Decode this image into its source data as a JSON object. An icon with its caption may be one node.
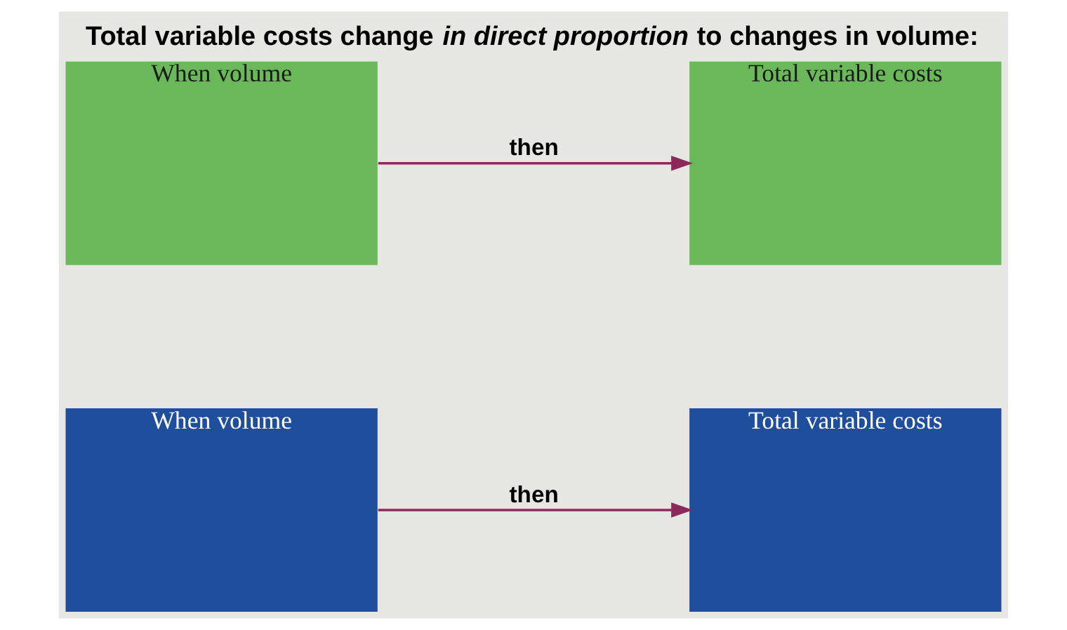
{
  "diagram": {
    "title": "Total variable costs change *in direct proportion* to changes in volume:",
    "nodes": [
      {
        "text": [
          "When volume"
        ]
      },
      {
        "text": [
          "Total variable costs"
        ]
      },
      {
        "text": [
          "When volume"
        ]
      },
      {
        "text": [
          "Total variable costs"
        ]
      }
    ],
    "edges": [
      {
        "from": 0,
        "to": 1,
        "arrow": "to",
        "label": "then"
      },
      {
        "from": 2,
        "to": 3,
        "arrow": "to",
        "label": "then"
      }
    ]
  }
}
